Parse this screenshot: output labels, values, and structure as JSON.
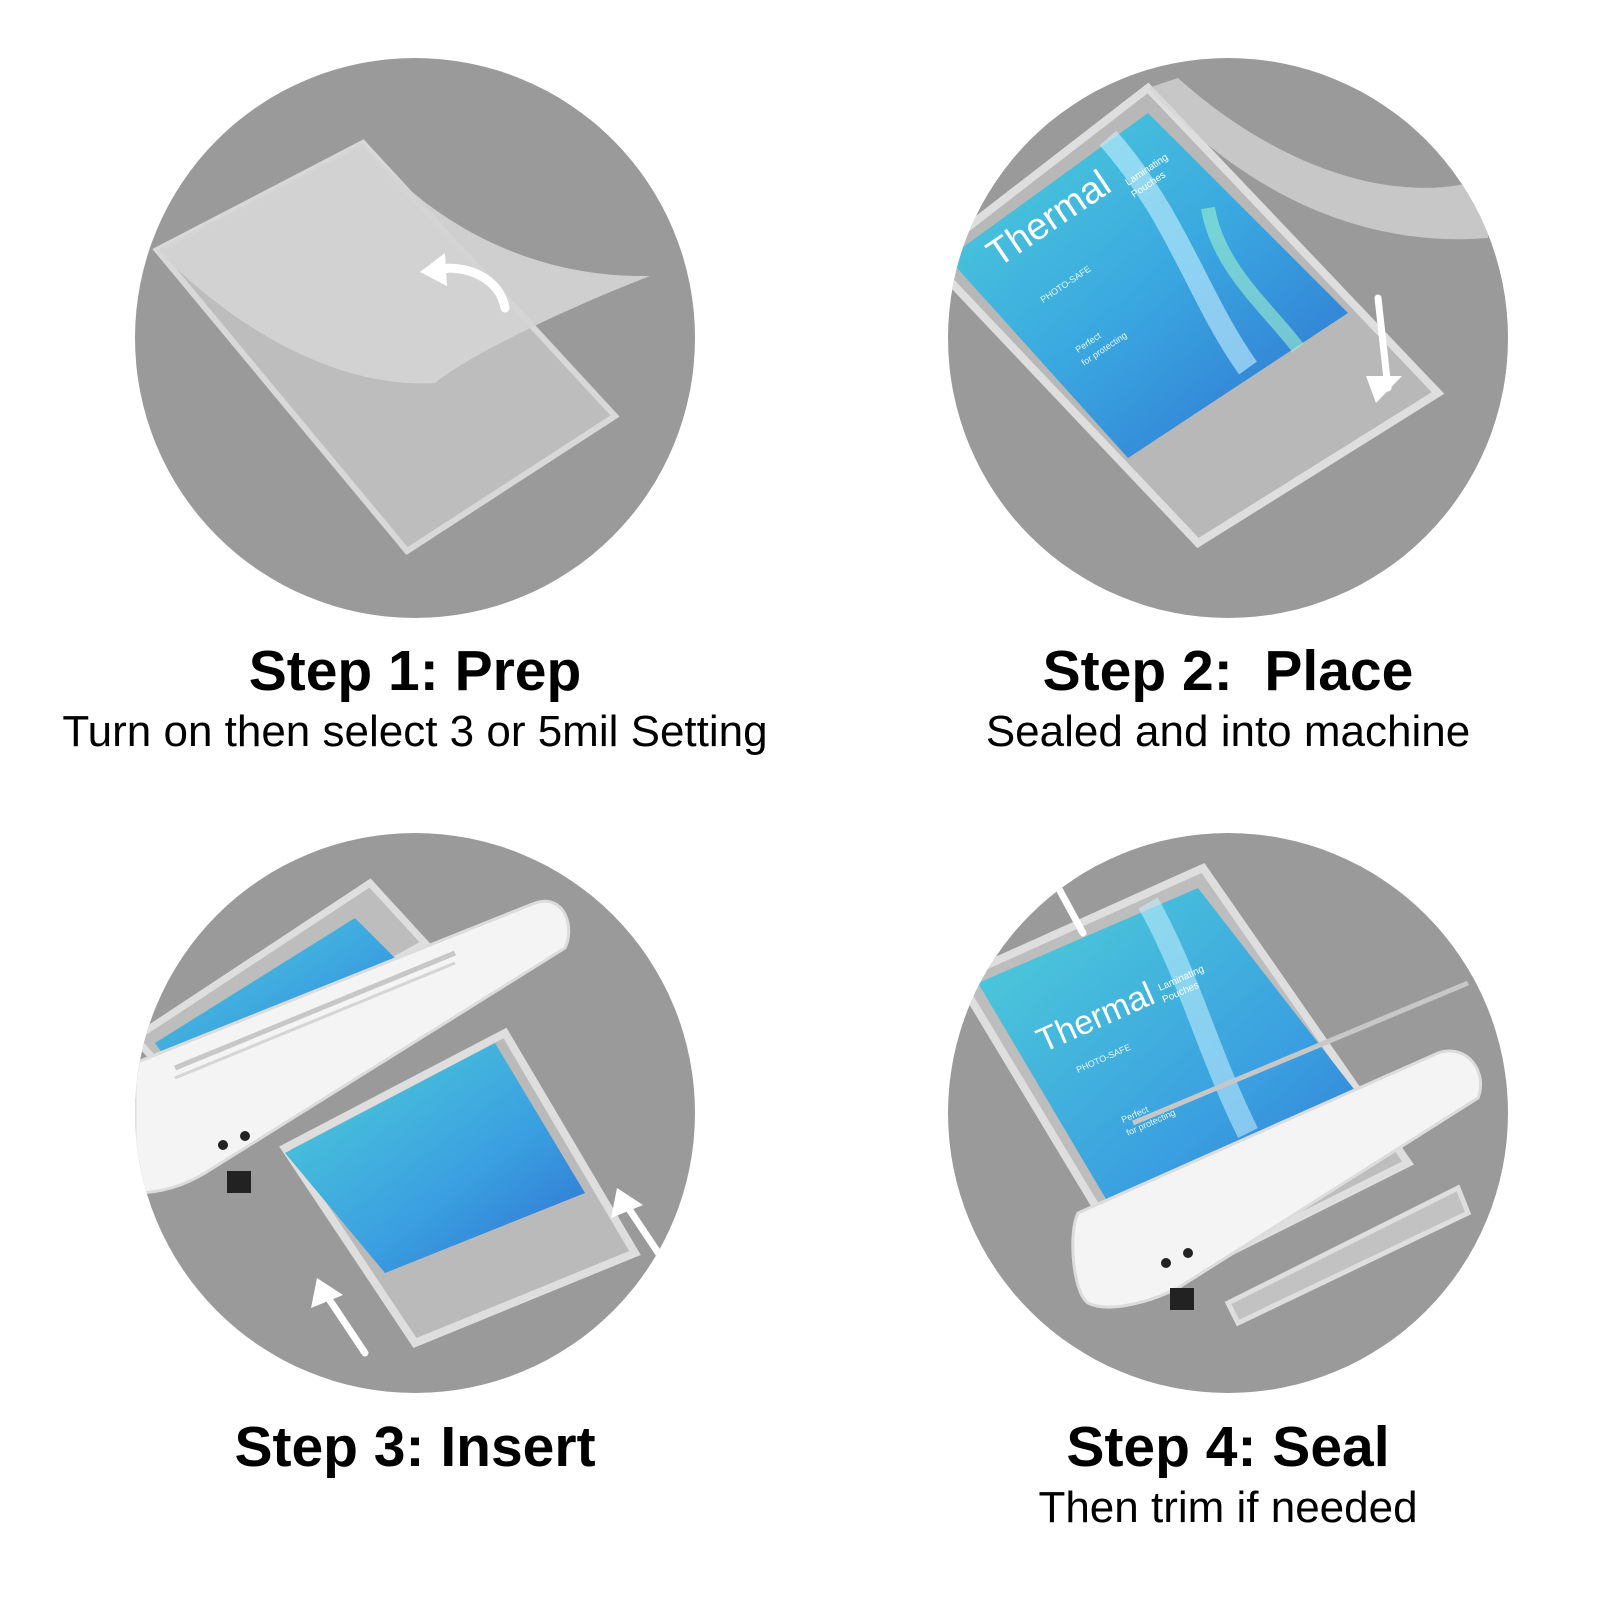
{
  "steps": [
    {
      "title": "Step 1: Prep",
      "subtitle": "Turn on then select 3 or 5mil Setting"
    },
    {
      "title": "Step 2:  Place",
      "subtitle": "Sealed and into machine"
    },
    {
      "title": "Step 3: Insert",
      "subtitle": ""
    },
    {
      "title": "Step 4: Seal",
      "subtitle": "Then trim if needed"
    }
  ],
  "pouch_print": {
    "brand": "Thermal",
    "tagline_1": "Laminating",
    "tagline_2": "Pouches",
    "feature_1": "PHOTO-SAFE",
    "feature_2": "Perfect",
    "feature_3": "for protecting"
  },
  "colors": {
    "circle_background": "#9a9a9a",
    "pouch_film": "#cfcfcf",
    "laminator_body": "#f4f4f4",
    "print_blue": "#2f8fd8",
    "print_cyan": "#4fd0d8"
  }
}
